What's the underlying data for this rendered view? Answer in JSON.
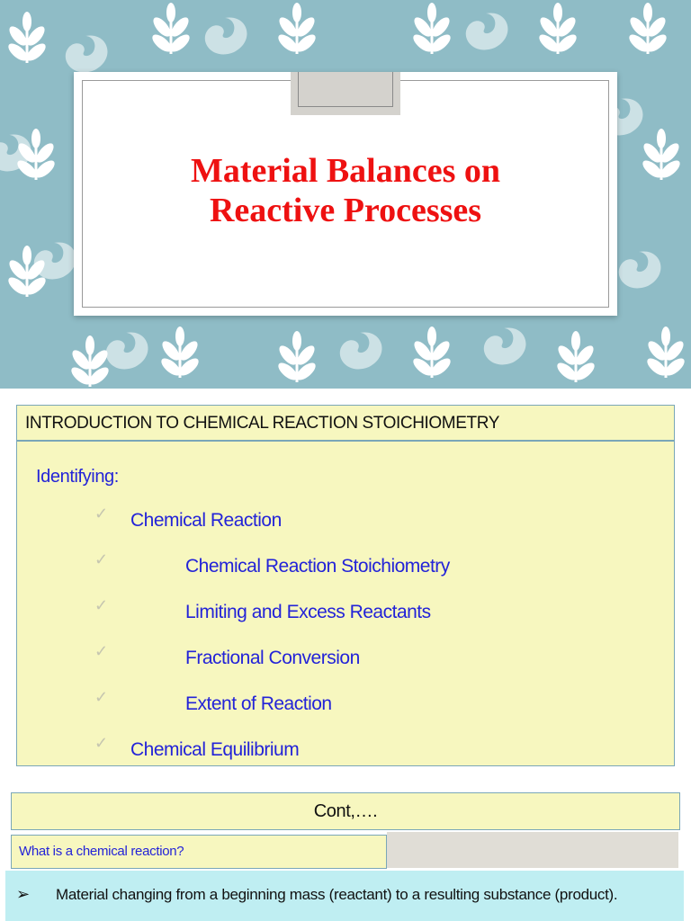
{
  "slide1": {
    "title_line1": "Material Balances on",
    "title_line2": "Reactive Processes",
    "title_color": "#ee1111",
    "background_color": "#8fbcc6"
  },
  "slide2": {
    "heading": "INTRODUCTION  TO CHEMICAL REACTION STOICHIOMETRY",
    "identifying_label": "Identifying:",
    "items": [
      {
        "label": "Chemical Reaction",
        "icon": "checkmark-icon"
      },
      {
        "label": "Chemical Reaction Stoichiometry",
        "icon": "checkmark-icon"
      },
      {
        "label": "Limiting and Excess Reactants",
        "icon": "checkmark-icon"
      },
      {
        "label": "Fractional Conversion",
        "icon": "checkmark-icon"
      },
      {
        "label": "Extent of Reaction",
        "icon": "checkmark-icon"
      },
      {
        "label": "Chemical Equilibrium",
        "icon": "checkmark-icon"
      }
    ],
    "box_color": "#f7f7bf",
    "text_color": "#2323d8"
  },
  "slide3": {
    "cont_label": "Cont,….",
    "question": "What is a chemical reaction?",
    "answer": "Material changing from a beginning mass (reactant) to a resulting substance (product).",
    "answer_bg": "#bfeef2"
  }
}
